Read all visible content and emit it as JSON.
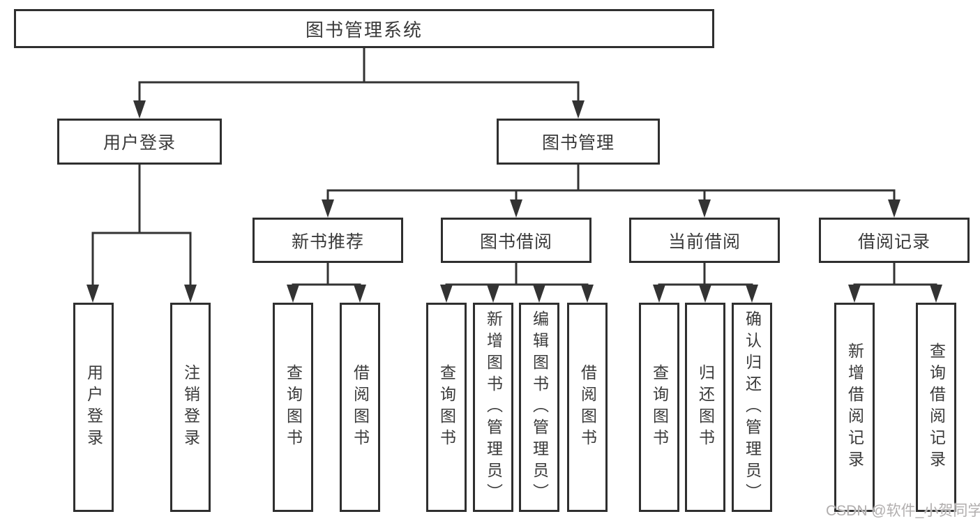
{
  "diagram_title": "图书管理系统",
  "colors": {
    "line": "#333333",
    "box_border": "#2f2f2f",
    "text": "#3a3a3a",
    "background": "#ffffff",
    "watermark": "#b1aeae"
  },
  "watermark": "CSDN @软件_小贺同学",
  "tree": {
    "root": {
      "label": "图书管理系统",
      "children": [
        {
          "label": "用户登录",
          "children": [
            {
              "label": "用户登录"
            },
            {
              "label": "注销登录"
            }
          ]
        },
        {
          "label": "图书管理",
          "children": [
            {
              "label": "新书推荐",
              "children": [
                {
                  "label": "查询图书"
                },
                {
                  "label": "借阅图书"
                }
              ]
            },
            {
              "label": "图书借阅",
              "children": [
                {
                  "label": "查询图书"
                },
                {
                  "label": "新增图书（管理员）"
                },
                {
                  "label": "编辑图书（管理员）"
                },
                {
                  "label": "借阅图书"
                }
              ]
            },
            {
              "label": "当前借阅",
              "children": [
                {
                  "label": "查询图书"
                },
                {
                  "label": "归还图书"
                },
                {
                  "label": "确认归还（管理员）"
                }
              ]
            },
            {
              "label": "借阅记录",
              "children": [
                {
                  "label": "新增借阅记录"
                },
                {
                  "label": "查询借阅记录"
                }
              ]
            }
          ]
        }
      ]
    }
  }
}
